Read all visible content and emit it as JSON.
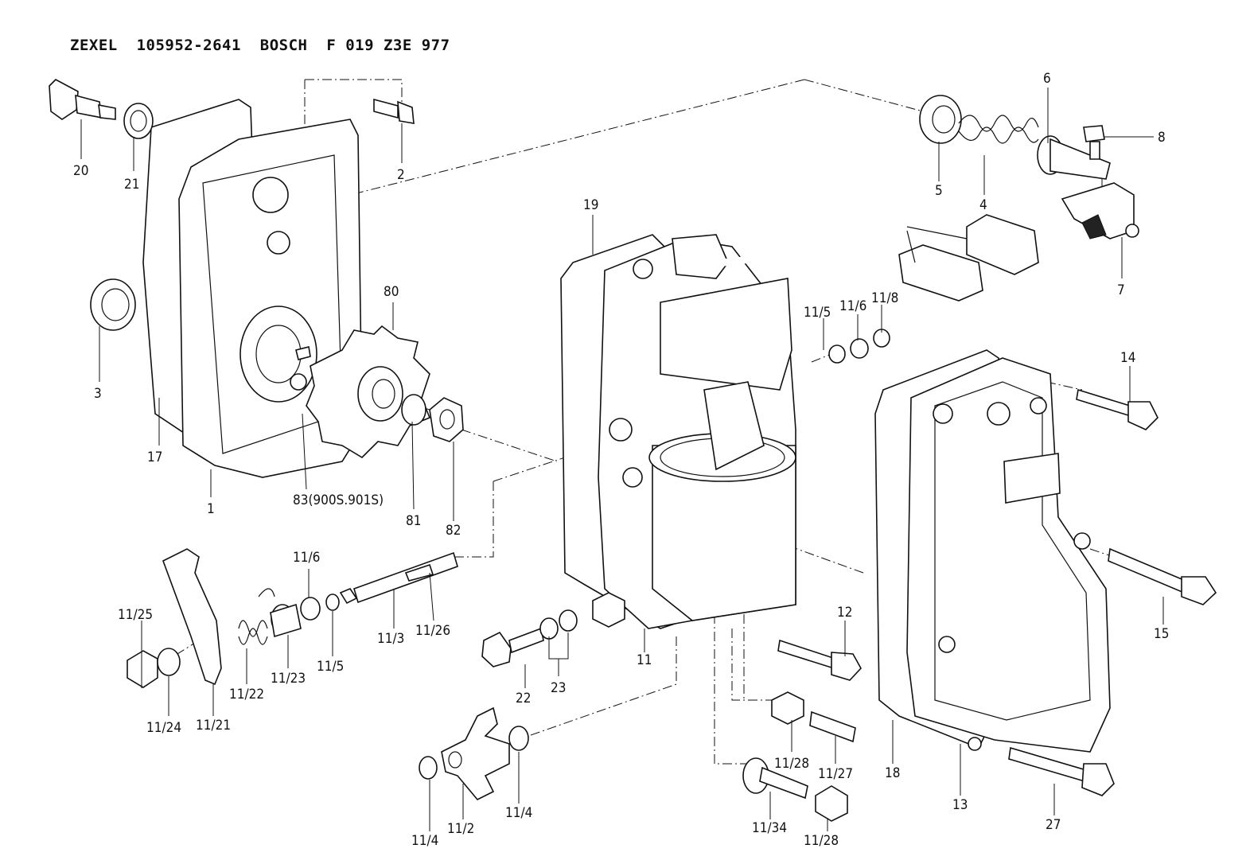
{
  "title": "ZEXEL  105952-2641  BOSCH  F 019 Z3E 977",
  "callouts": {
    "c1": "1",
    "c2": "2",
    "c3": "3",
    "c4": "4",
    "c5": "5",
    "c6": "6",
    "c7": "7",
    "c8": "8",
    "c11": "11",
    "c11_2": "11/2",
    "c11_3": "11/3",
    "c11_4a": "11/4",
    "c11_4b": "11/4",
    "c11_5a": "11/5",
    "c11_5b": "11/5",
    "c11_6a": "11/6",
    "c11_6b": "11/6",
    "c11_8": "11/8",
    "c11_21": "11/21",
    "c11_22": "11/22",
    "c11_23": "11/23",
    "c11_24": "11/24",
    "c11_25": "11/25",
    "c11_26": "11/26",
    "c11_27": "11/27",
    "c11_28a": "11/28",
    "c11_28b": "11/28",
    "c11_34": "11/34",
    "c12": "12",
    "c13": "13",
    "c14": "14",
    "c15": "15",
    "c17": "17",
    "c18": "18",
    "c19": "19",
    "c20": "20",
    "c21": "21",
    "c22": "22",
    "c23": "23",
    "c27": "27",
    "c80": "80",
    "c81": "81",
    "c82": "82",
    "c83": "83(900S.901S)"
  }
}
